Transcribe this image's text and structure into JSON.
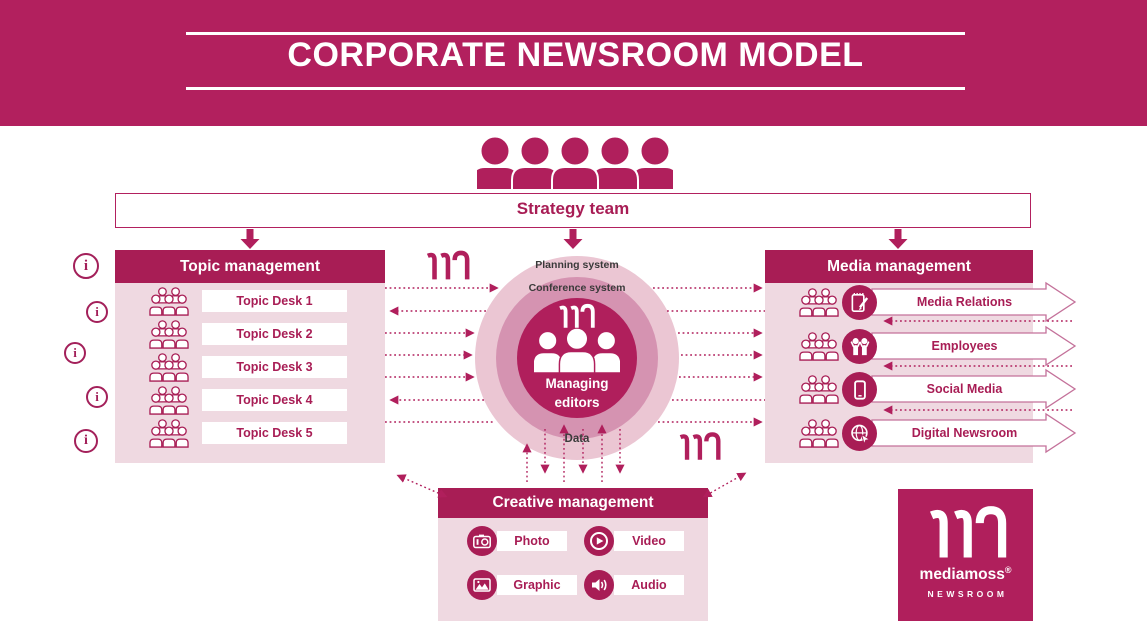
{
  "title": "CORPORATE NEWSROOM MODEL",
  "strategy": {
    "label": "Strategy team"
  },
  "topic": {
    "title": "Topic management",
    "desks": [
      "Topic Desk 1",
      "Topic Desk 2",
      "Topic Desk 3",
      "Topic Desk 4",
      "Topic Desk 5"
    ]
  },
  "center": {
    "planning": "Planning system",
    "conference": "Conference system",
    "managing_line1": "Managing",
    "managing_line2": "editors",
    "data_label": "Data"
  },
  "media": {
    "title": "Media management",
    "channels": [
      {
        "label": "Media Relations",
        "icon": "notepad-pencil-icon"
      },
      {
        "label": "Employees",
        "icon": "employees-icon"
      },
      {
        "label": "Social Media",
        "icon": "smartphone-icon"
      },
      {
        "label": "Digital Newsroom",
        "icon": "globe-cursor-icon"
      }
    ]
  },
  "creative": {
    "title": "Creative management",
    "items": [
      {
        "label": "Photo",
        "icon": "camera-icon"
      },
      {
        "label": "Video",
        "icon": "play-icon"
      },
      {
        "label": "Graphic",
        "icon": "image-icon"
      },
      {
        "label": "Audio",
        "icon": "speaker-icon"
      }
    ]
  },
  "logo": {
    "brand": "mediamoss",
    "registered": "®",
    "sub": "NEWSROOM"
  },
  "icons": {
    "info_glyph": "i",
    "people_group": "outlined-group-of-five-people",
    "strategy_team": "five-filled-people-silhouettes",
    "managing_editors": "three-filled-people-silhouettes",
    "m_logo": "mediamoss-m-mark"
  },
  "colors": {
    "band": "#B2205E",
    "bar": "#A81D55",
    "inner_circle": "#B01F5C",
    "ring_middle": "#D593B1",
    "ring_outer": "#EBC6D3",
    "panel_pink": "#EFD9E1",
    "banner_outline": "#C4719A",
    "dark_text": "#3A3A3A",
    "white": "#FFFFFF"
  }
}
